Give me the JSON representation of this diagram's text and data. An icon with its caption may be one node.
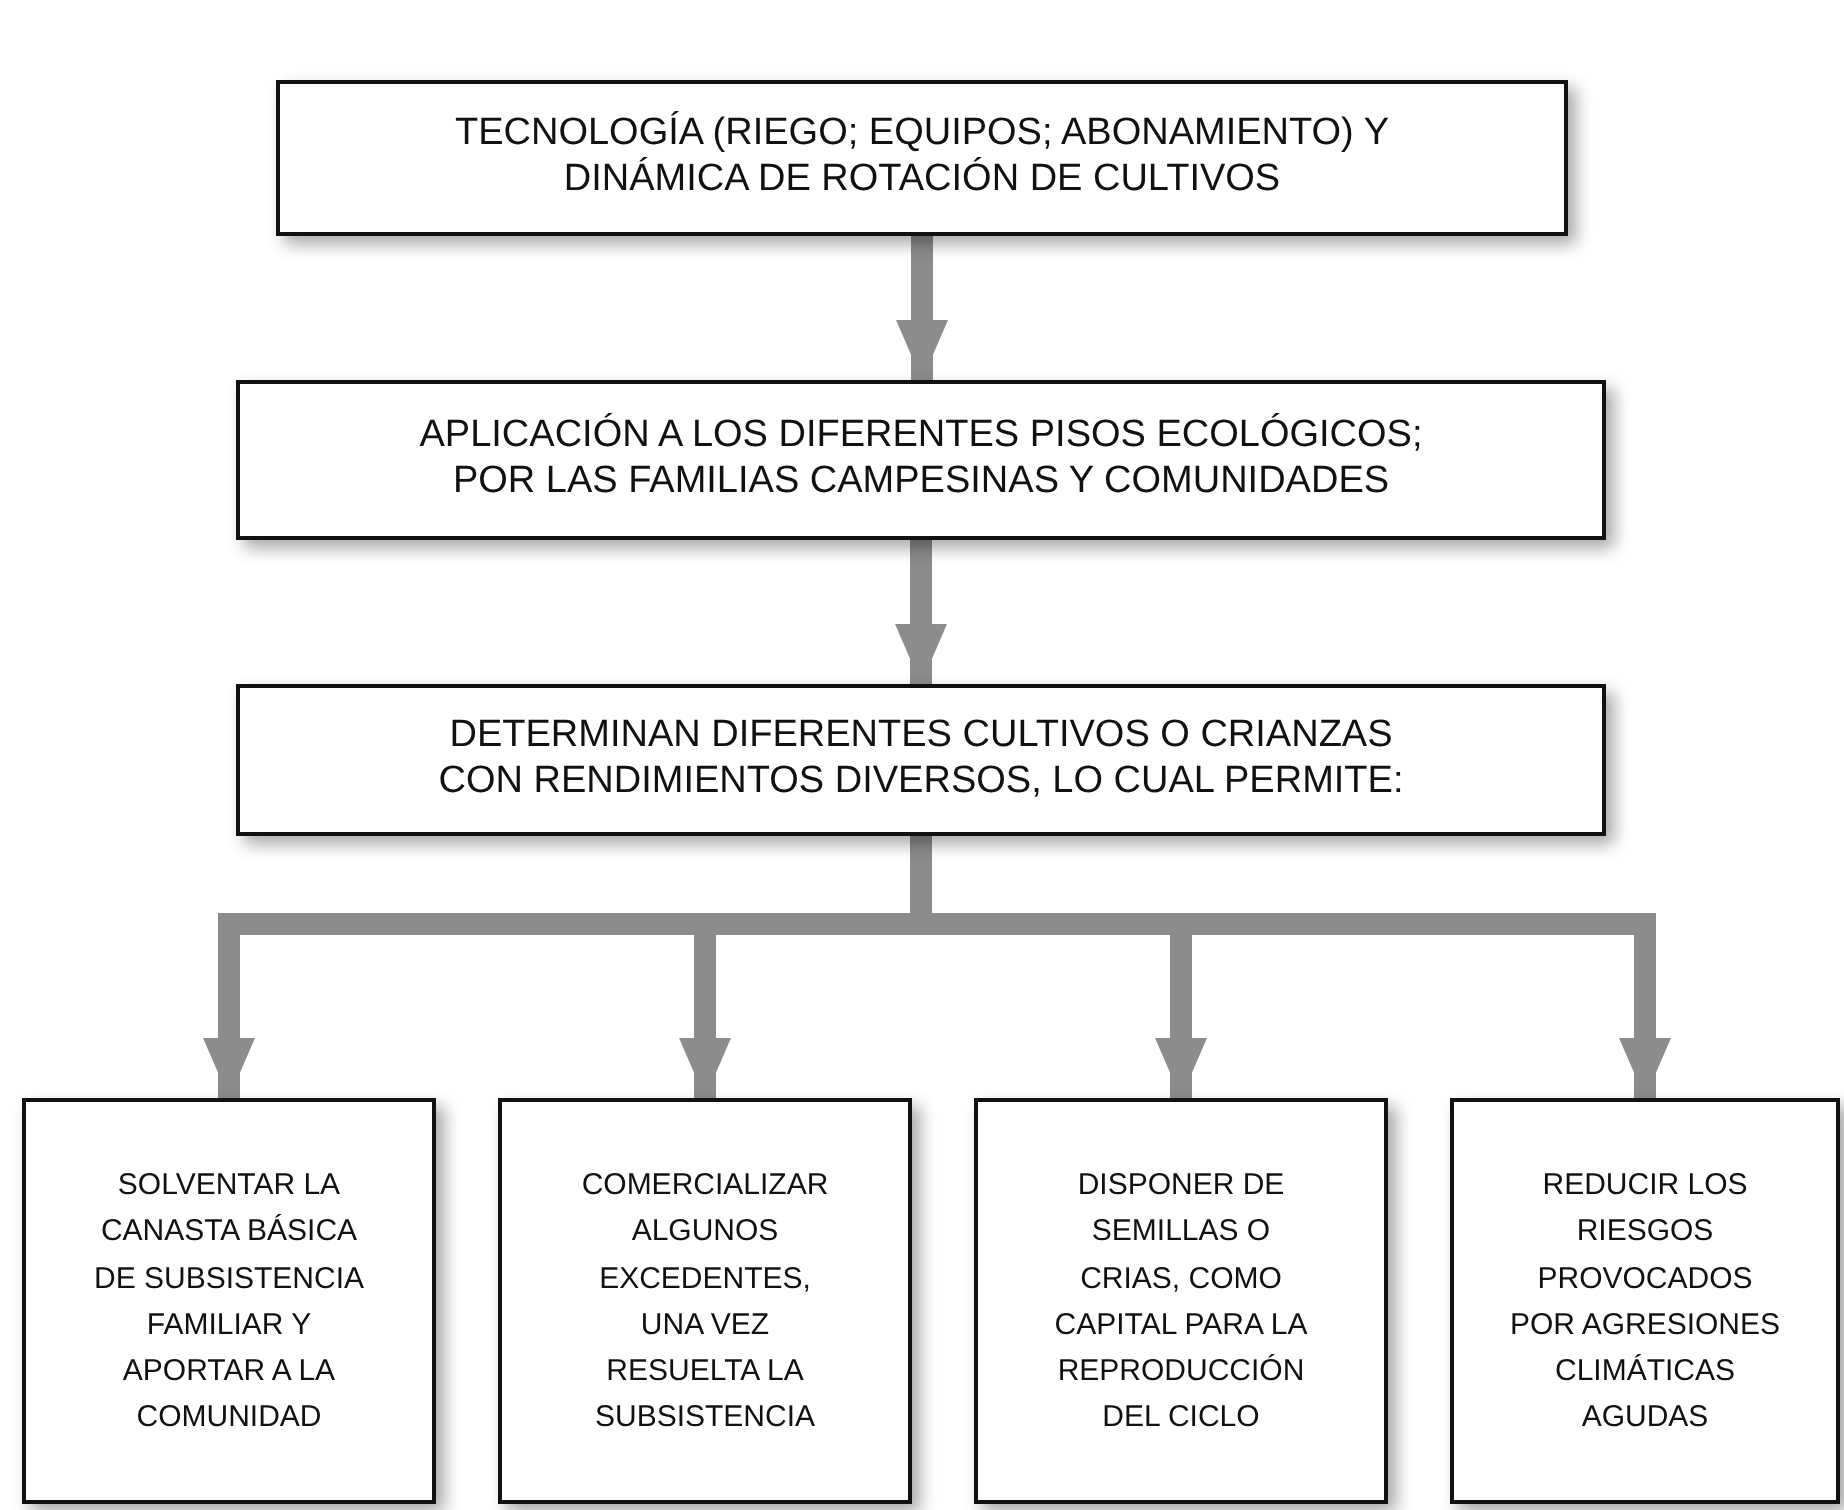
{
  "diagram": {
    "nodes": [
      {
        "text": [
          "TECNOLOGÍA (RIEGO; EQUIPOS; ABONAMIENTO) Y DINÁMICA  DE ROTACIÓN DE CULTIVOS"
        ]
      },
      {
        "text": [
          "APLICACIÓN A LOS DIFERENTES PISOS ECOLÓGICOS; POR LAS FAMILIAS CAMPESINAS Y COMUNIDADES"
        ]
      },
      {
        "text": [
          "DETERMINAN DIFERENTES CULTIVOS O CRIANZAS CON RENDIMIENTOS DIVERSOS, LO CUAL PERMITE:"
        ]
      },
      {
        "text": [
          "SOLVENTAR  LA CANASTA BÁSICA DE SUBSISTENCIA FAMILIAR Y APORTAR A LA COMUNIDAD"
        ]
      },
      {
        "text": [
          "COMERCIALIZAR ALGUNOS EXCEDENTES, UNA VEZ RESUELTA LA SUBSISTENCIA"
        ]
      },
      {
        "text": [
          "DISPONER DE SEMILLAS O CRIAS, COMO CAPITAL PARA LA REPRODUCCIÓN DEL CICLO"
        ]
      },
      {
        "text": [
          "REDUCIR LOS RIESGOS PROVOCADOS POR AGRESIONES CLIMÁTICAS AGUDAS"
        ]
      }
    ],
    "edges": [
      {
        "from": 0,
        "to": 1,
        "arrow": "to"
      },
      {
        "from": 1,
        "to": 2,
        "arrow": "to"
      },
      {
        "from": 2,
        "to": 3,
        "arrow": "to"
      },
      {
        "from": 2,
        "to": 4,
        "arrow": "to"
      },
      {
        "from": 2,
        "to": 5,
        "arrow": "to"
      },
      {
        "from": 2,
        "to": 6,
        "arrow": "to"
      }
    ]
  }
}
